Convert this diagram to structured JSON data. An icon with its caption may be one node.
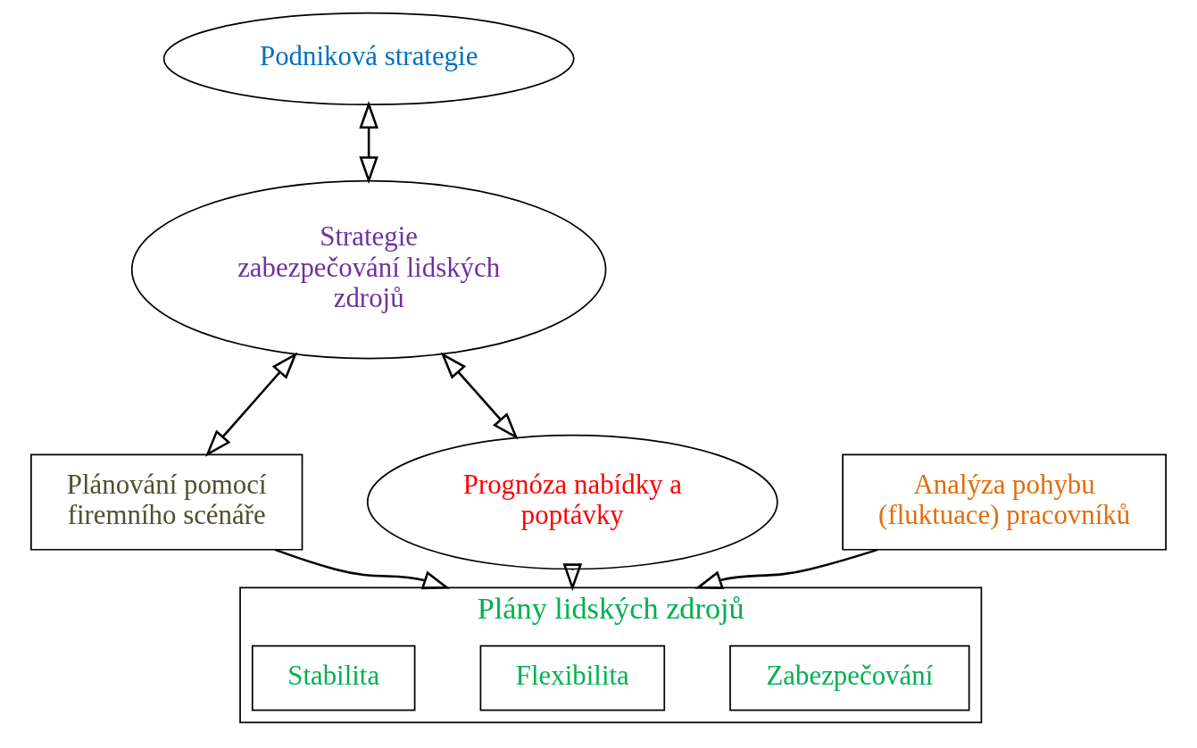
{
  "diagram": {
    "nodes": [
      {
        "text": [
          "Podniková strategie"
        ]
      },
      {
        "text": [
          "Strategie zabezpečování lidských zdrojů"
        ]
      },
      {
        "text": [
          "Plánování pomocí firemního scénáře"
        ]
      },
      {
        "text": [
          "Prognóza nabídky a poptávky"
        ]
      },
      {
        "text": [
          "Analýza pohybu (fluktuace) pracovníků"
        ]
      },
      {
        "text": [
          "Plány lidských zdrojů"
        ]
      },
      {
        "text": [
          "Zabezpečování"
        ],
        "in": 5
      },
      {
        "text": [
          "Flexibilita"
        ],
        "in": 5
      },
      {
        "text": [
          "Stabilita"
        ],
        "in": 5
      }
    ],
    "edges": [
      {
        "from": 0,
        "to": 1,
        "arrow": "both"
      },
      {
        "from": 1,
        "to": 3,
        "arrow": "both"
      },
      {
        "from": 1,
        "to": 2,
        "arrow": "both"
      },
      {
        "from": 3,
        "to": 5,
        "arrow": "to"
      },
      {
        "from": 2,
        "to": 5,
        "arrow": "to"
      },
      {
        "from": 4,
        "to": 5,
        "arrow": "to"
      }
    ]
  }
}
